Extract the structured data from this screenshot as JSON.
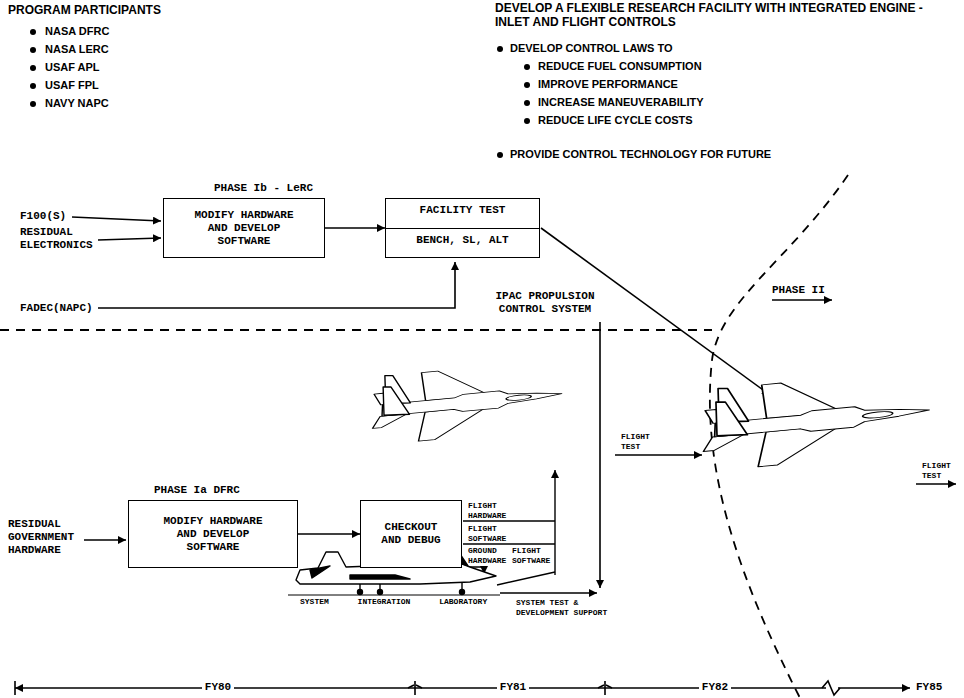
{
  "diagram": {
    "nodes": [
      {
        "text": [
          "PHASE Ib - LeRC",
          "MODIFY HARDWARE AND DEVELOP SOFTWARE"
        ]
      },
      {
        "text": [
          "FACILITY TEST",
          "BENCH, SL, ALT"
        ]
      },
      {
        "text": [
          "PHASE Ia DFRC",
          "MODIFY HARDWARE AND DEVELOP SOFTWARE"
        ]
      },
      {
        "text": [
          "CHECKOUT AND DEBUG"
        ]
      }
    ],
    "edges": [
      {
        "from": 0,
        "to": 1,
        "arrow": "to"
      },
      {
        "from": 2,
        "to": 3,
        "arrow": "to"
      }
    ],
    "labels": [
      "PROGRAM PARTICIPANTS",
      "NASA DFRC",
      "NASA LERC",
      "USAF APL",
      "USAF FPL",
      "NAVY NAPC",
      "DEVELOP A FLEXIBLE RESEARCH FACILITY WITH INTEGRATED ENGINE - INLET AND FLIGHT CONTROLS",
      "DEVELOP CONTROL LAWS TO",
      "REDUCE FUEL CONSUMPTION",
      "IMPROVE PERFORMANCE",
      "INCREASE MANEUVERABILITY",
      "REDUCE LIFE CYCLE COSTS",
      "PROVIDE CONTROL TECHNOLOGY FOR FUTURE",
      "F100(S)",
      "RESIDUAL ELECTRONICS",
      "FADEC(NAPC)",
      "IPAC PROPULSION CONTROL SYSTEM",
      "PHASE II",
      "FLIGHT TEST",
      "FLIGHT TEST",
      "RESIDUAL GOVERNMENT HARDWARE",
      "FLIGHT HARDWARE",
      "FLIGHT SOFTWARE",
      "GROUND HARDWARE",
      "FLIGHT SOFTWARE",
      "SYSTEM INTEGRATION LABORATORY",
      "SYSTEM TEST & DEVELOPMENT SUPPORT",
      "FY80",
      "FY81",
      "FY82",
      "FY85"
    ]
  }
}
